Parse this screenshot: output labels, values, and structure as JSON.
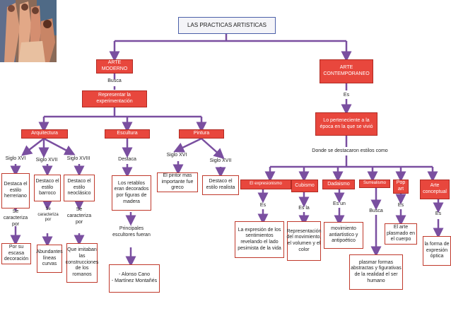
{
  "title": "LAS PRACTICAS ARTISTICAS",
  "moderno": {
    "label": "ARTE MODERNO",
    "busca": "Busca",
    "representar": "Representar la experimentación",
    "arquitectura": {
      "label": "Arquitectura",
      "s16": {
        "siglo": "Siglo XVI",
        "destaca": "Destaca el estilo herreriano",
        "se": "Se caracteriza por",
        "desc": "Por su escasa decoración"
      },
      "s17": {
        "siglo": "Siglo XVII",
        "destaca": "Destaco el estilo barroco",
        "se": "Se caracteriza por",
        "desc": "Abundantes líneas curvas"
      },
      "s18": {
        "siglo": "Siglo XVIII",
        "destaca": "Destaco el estilo neoclásico",
        "se": "Se caracteriza por",
        "desc": "Que imitaban las construcciones de los romanos"
      }
    },
    "escultura": {
      "label": "Escultura",
      "destaca": "Destaca",
      "retablos": "Los retablos eran decorados por figuras de madera",
      "principales": "Principales escultores fueran",
      "escultores": "- Alonso Cano\n- Martínez Montañés"
    },
    "pintura": {
      "label": "Pintura",
      "s16": {
        "siglo": "Siglo XVI",
        "desc": "El pintor mas importante fue greco"
      },
      "s17": {
        "siglo": "Siglo XVII",
        "desc": "Destaco el estilo realista"
      }
    }
  },
  "contemporaneo": {
    "label": "ARTE CONTEMPORANEO",
    "es": "Es",
    "perteneciente": "Lo perteneciente a la época en la que se vivió",
    "donde": "Donde se destacaron estilos como",
    "estilos": {
      "expresionismo": {
        "label": "El expresionismo",
        "conn": "Es",
        "desc": "La expresión de los sentimientos revelando el lado pesimista de la vida"
      },
      "cubismo": {
        "label": "Cubismo",
        "conn": "Es la",
        "desc": "Representación del movimiento, el volumen y el color"
      },
      "dadaismo": {
        "label": "Dadaismo",
        "conn": "Es un",
        "desc": "movimiento antiartistico y antipoético"
      },
      "surrealismo": {
        "label": "Surrealismo",
        "conn": "Busca",
        "desc": "plasmar formas abstractas y figurativas de la realidad el ser humano"
      },
      "pop": {
        "label": "Pop art",
        "conn": "Es",
        "desc": "El arte plasmado en el cuerpo"
      },
      "conceptual": {
        "label": "Arte conceptual",
        "conn": "Es",
        "desc": "la forma de expresión óptica"
      }
    }
  },
  "colors": {
    "red": "#e8473d",
    "purple": "#7a4fa0",
    "blue": "#4b5fa8"
  }
}
